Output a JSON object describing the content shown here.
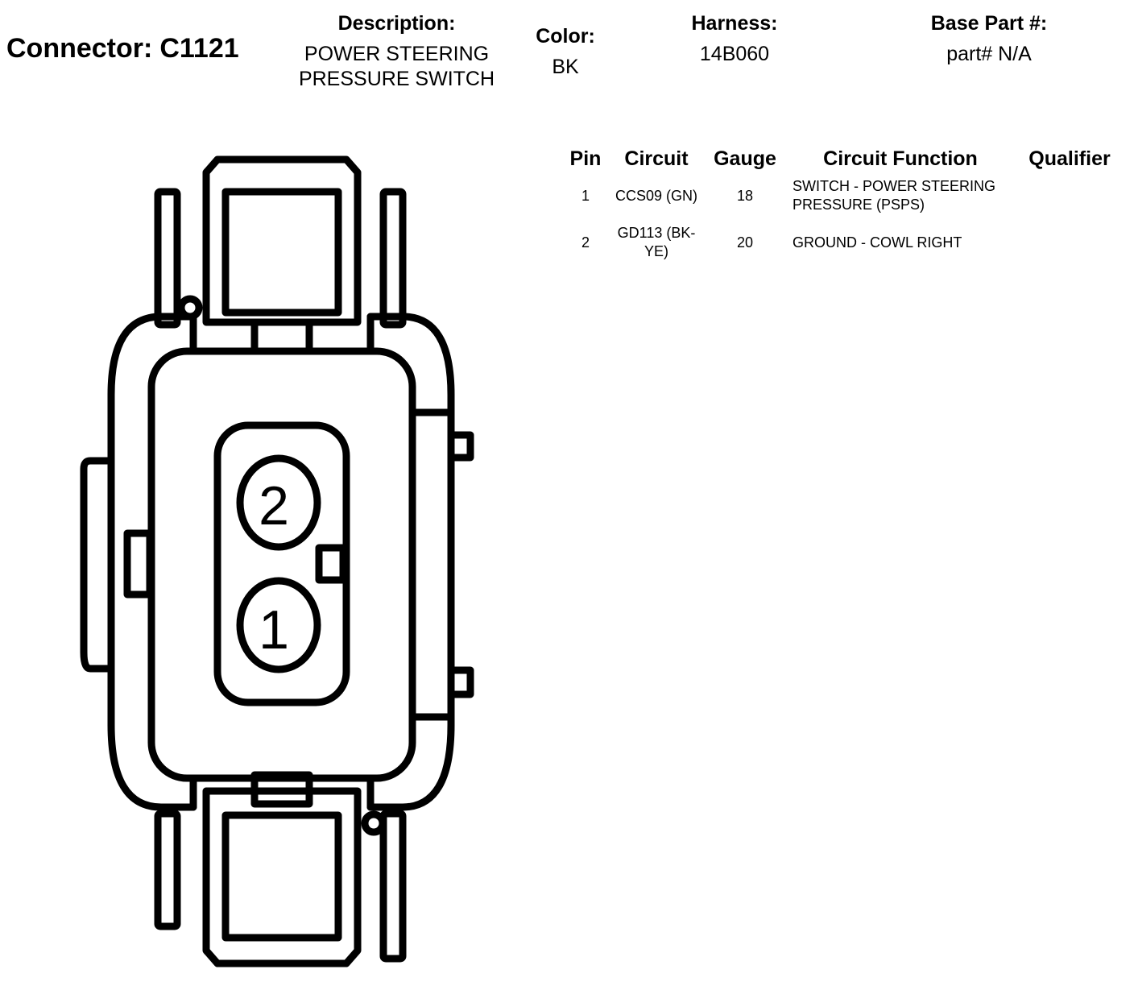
{
  "header": {
    "connector_label": "Connector:",
    "connector_id": "C1121",
    "description_label": "Description:",
    "description_line1": "POWER STEERING",
    "description_line2": "PRESSURE SWITCH",
    "color_label": "Color:",
    "color_value": "BK",
    "harness_label": "Harness:",
    "harness_value": "14B060",
    "base_part_label": "Base Part #:",
    "base_part_value": "part# N/A"
  },
  "table": {
    "columns": [
      "Pin",
      "Circuit",
      "Gauge",
      "Circuit Function",
      "Qualifier"
    ],
    "rows": [
      {
        "pin": "1",
        "circuit": "CCS09 (GN)",
        "gauge": "18",
        "function": "SWITCH - POWER STEERING PRESSURE (PSPS)",
        "qualifier": ""
      },
      {
        "pin": "2",
        "circuit": "GD113 (BK-YE)",
        "gauge": "20",
        "function": "GROUND - COWL RIGHT",
        "qualifier": ""
      }
    ]
  },
  "diagram": {
    "cavity_labels": [
      "2",
      "1"
    ]
  }
}
